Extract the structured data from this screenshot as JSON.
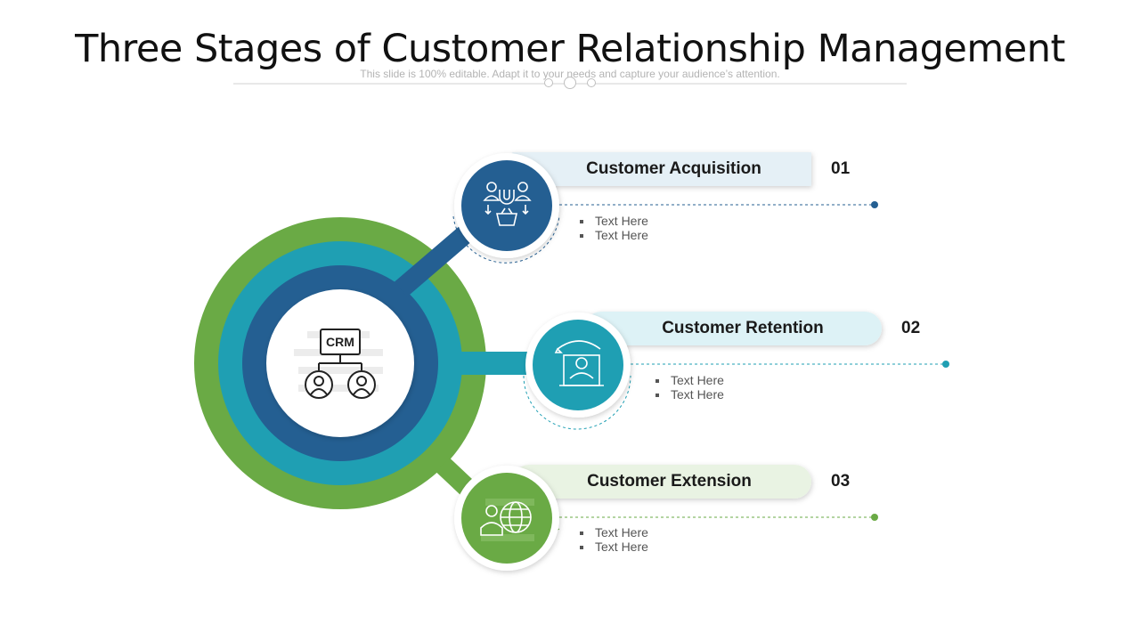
{
  "header": {
    "title": "Three Stages of Customer Relationship Management",
    "subtitle": "This slide is 100% editable. Adapt it to your needs and capture your audience’s attention."
  },
  "center": {
    "icon": "crm-org-chart-icon",
    "icon_text": "CRM"
  },
  "colors": {
    "green": "#6aaa45",
    "teal": "#1f9fb3",
    "blue": "#245f92"
  },
  "stages": [
    {
      "number": "01",
      "label": "Customer Acquisition",
      "icon": "magnet-customers-basket-icon",
      "bullets": [
        "Text Here",
        "Text Here"
      ],
      "color": "#245f92",
      "label_bg": "#e5f0f6"
    },
    {
      "number": "02",
      "label": "Customer Retention",
      "icon": "protected-customer-icon",
      "bullets": [
        "Text Here",
        "Text Here"
      ],
      "color": "#1f9fb3",
      "label_bg": "#ddf2f6"
    },
    {
      "number": "03",
      "label": "Customer Extension",
      "icon": "global-customer-icon",
      "bullets": [
        "Text Here",
        "Text Here"
      ],
      "color": "#6aaa45",
      "label_bg": "#e9f3e3"
    }
  ]
}
